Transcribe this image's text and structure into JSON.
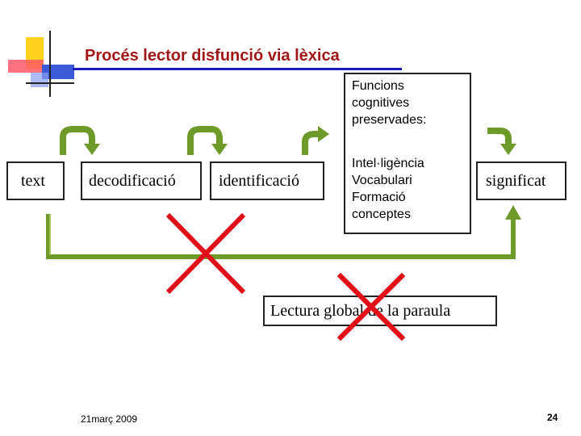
{
  "slide": {
    "title": "Procés lector disfunció via lèxica",
    "date": "21març 2009",
    "page": "24"
  },
  "diagram": {
    "nodes": {
      "text": "text",
      "decoding": "decodificació",
      "identification": "identificació",
      "meaning": "significat",
      "global_reading": "Lectura global de la paraula"
    },
    "cognitive_box": {
      "heading": [
        "Funcions",
        "cognitives",
        "preservades:"
      ],
      "items": [
        "Intel·ligència",
        "Vocabulari",
        "Formació",
        "conceptes"
      ]
    },
    "colors": {
      "arrow_green": "#6d9a28",
      "arrow_light": "#a8c35a",
      "cross_red": "#e0101a",
      "title_red": "#a01818",
      "rule_blue": "#1c1cbf"
    }
  }
}
